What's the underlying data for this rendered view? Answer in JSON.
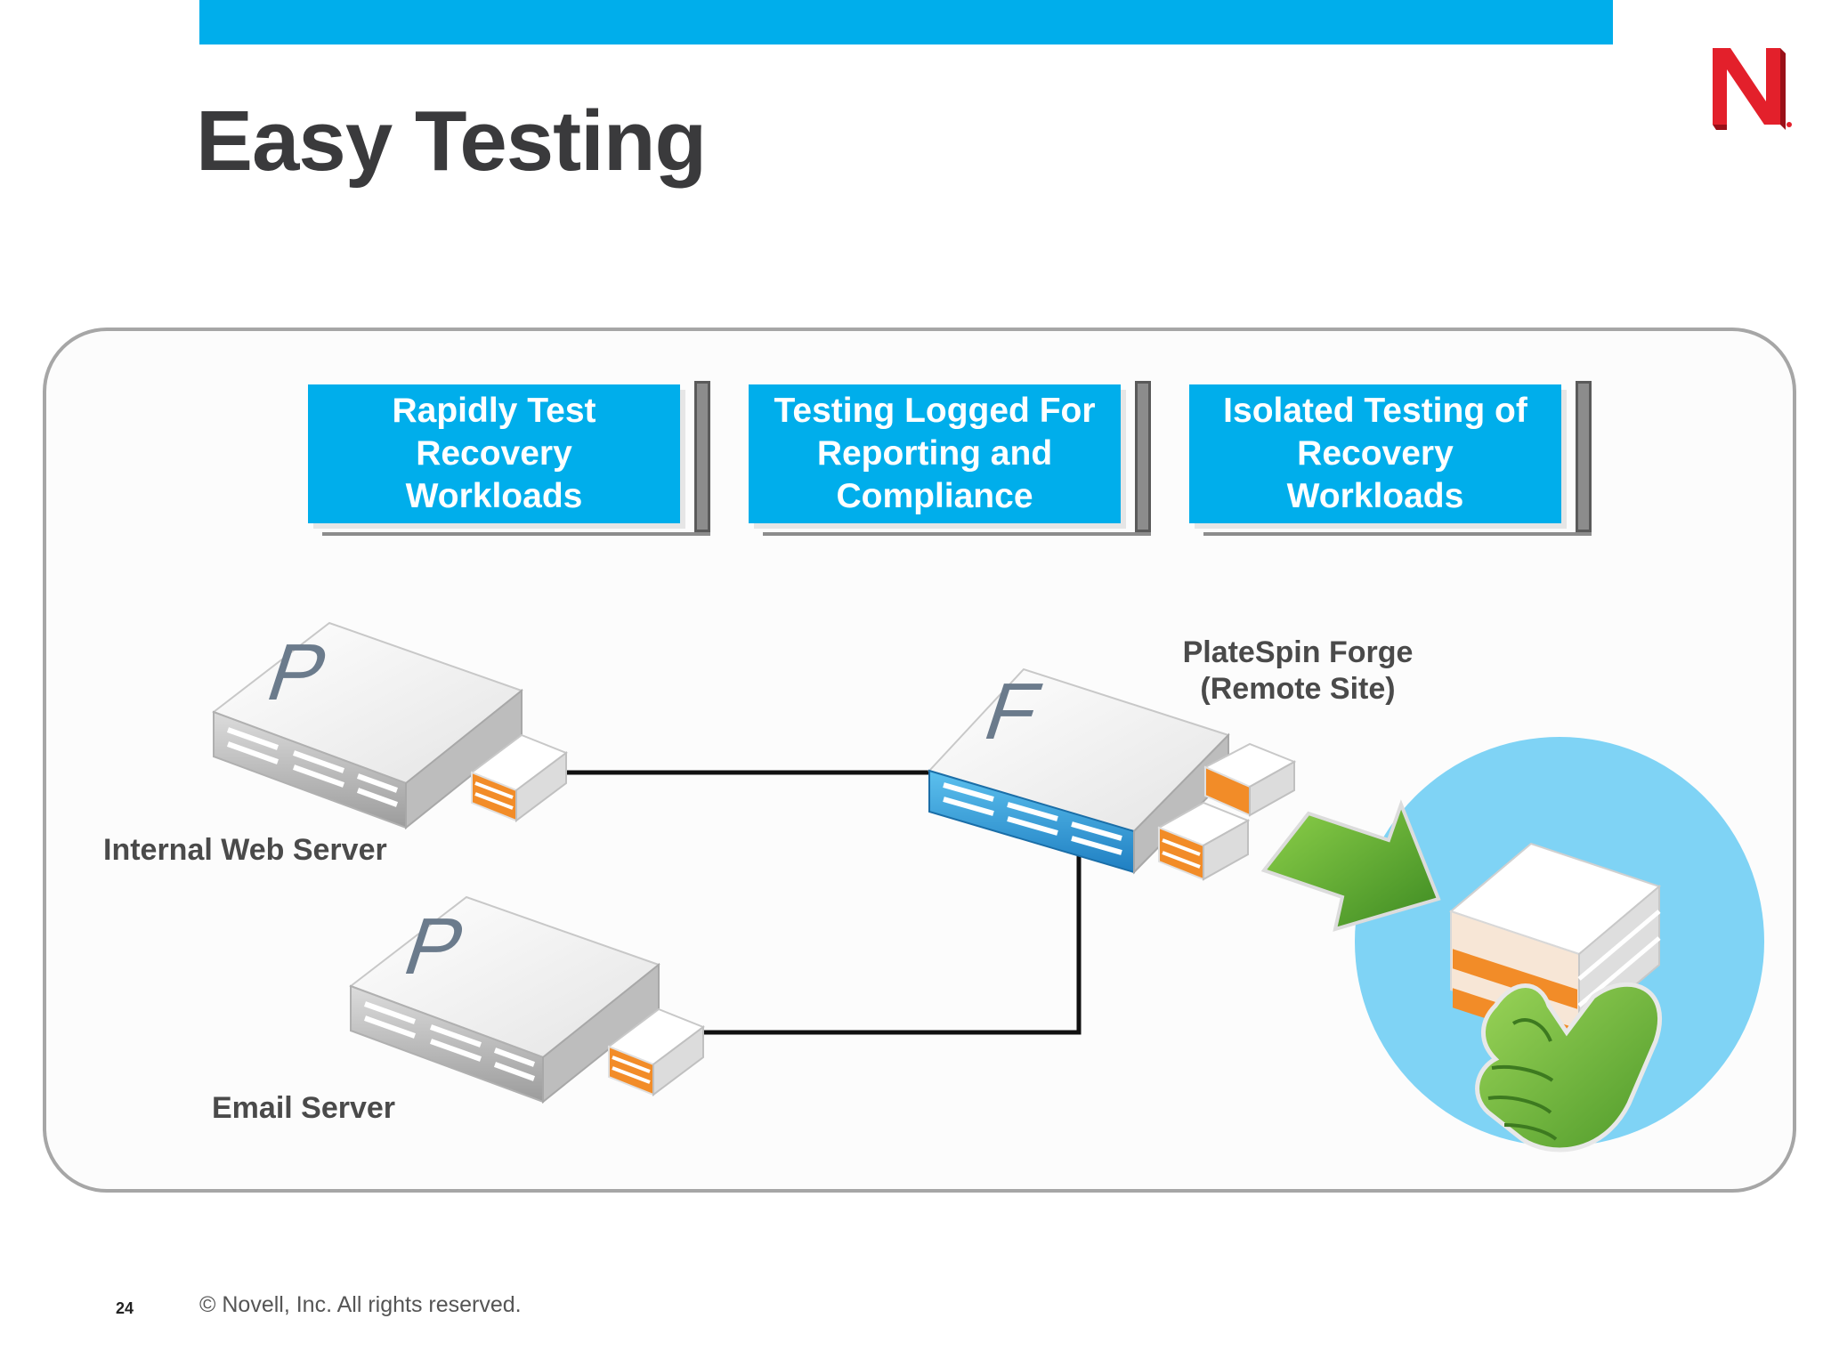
{
  "slide": {
    "title": "Easy Testing",
    "page_number": "24",
    "copyright": "©  Novell, Inc.  All rights reserved."
  },
  "logo": {
    "letter": "N",
    "color": "#e3202b"
  },
  "features": [
    {
      "label": "Rapidly Test\nRecovery\nWorkloads"
    },
    {
      "label": "Testing Logged For\nReporting and\nCompliance"
    },
    {
      "label": "Isolated Testing of\nRecovery\nWorkloads"
    }
  ],
  "servers": {
    "web": {
      "label": "Internal Web Server",
      "letter": "P"
    },
    "email": {
      "label": "Email Server",
      "letter": "P"
    },
    "forge": {
      "label": "PlateSpin Forge\n(Remote Site)",
      "letter": "F"
    }
  },
  "colors": {
    "accent": "#00aeeb",
    "circle": "#7fd3f5",
    "arrow": "#5aa832",
    "server_orange": "#f28c28",
    "forge_blue": "#3aa0d8"
  }
}
